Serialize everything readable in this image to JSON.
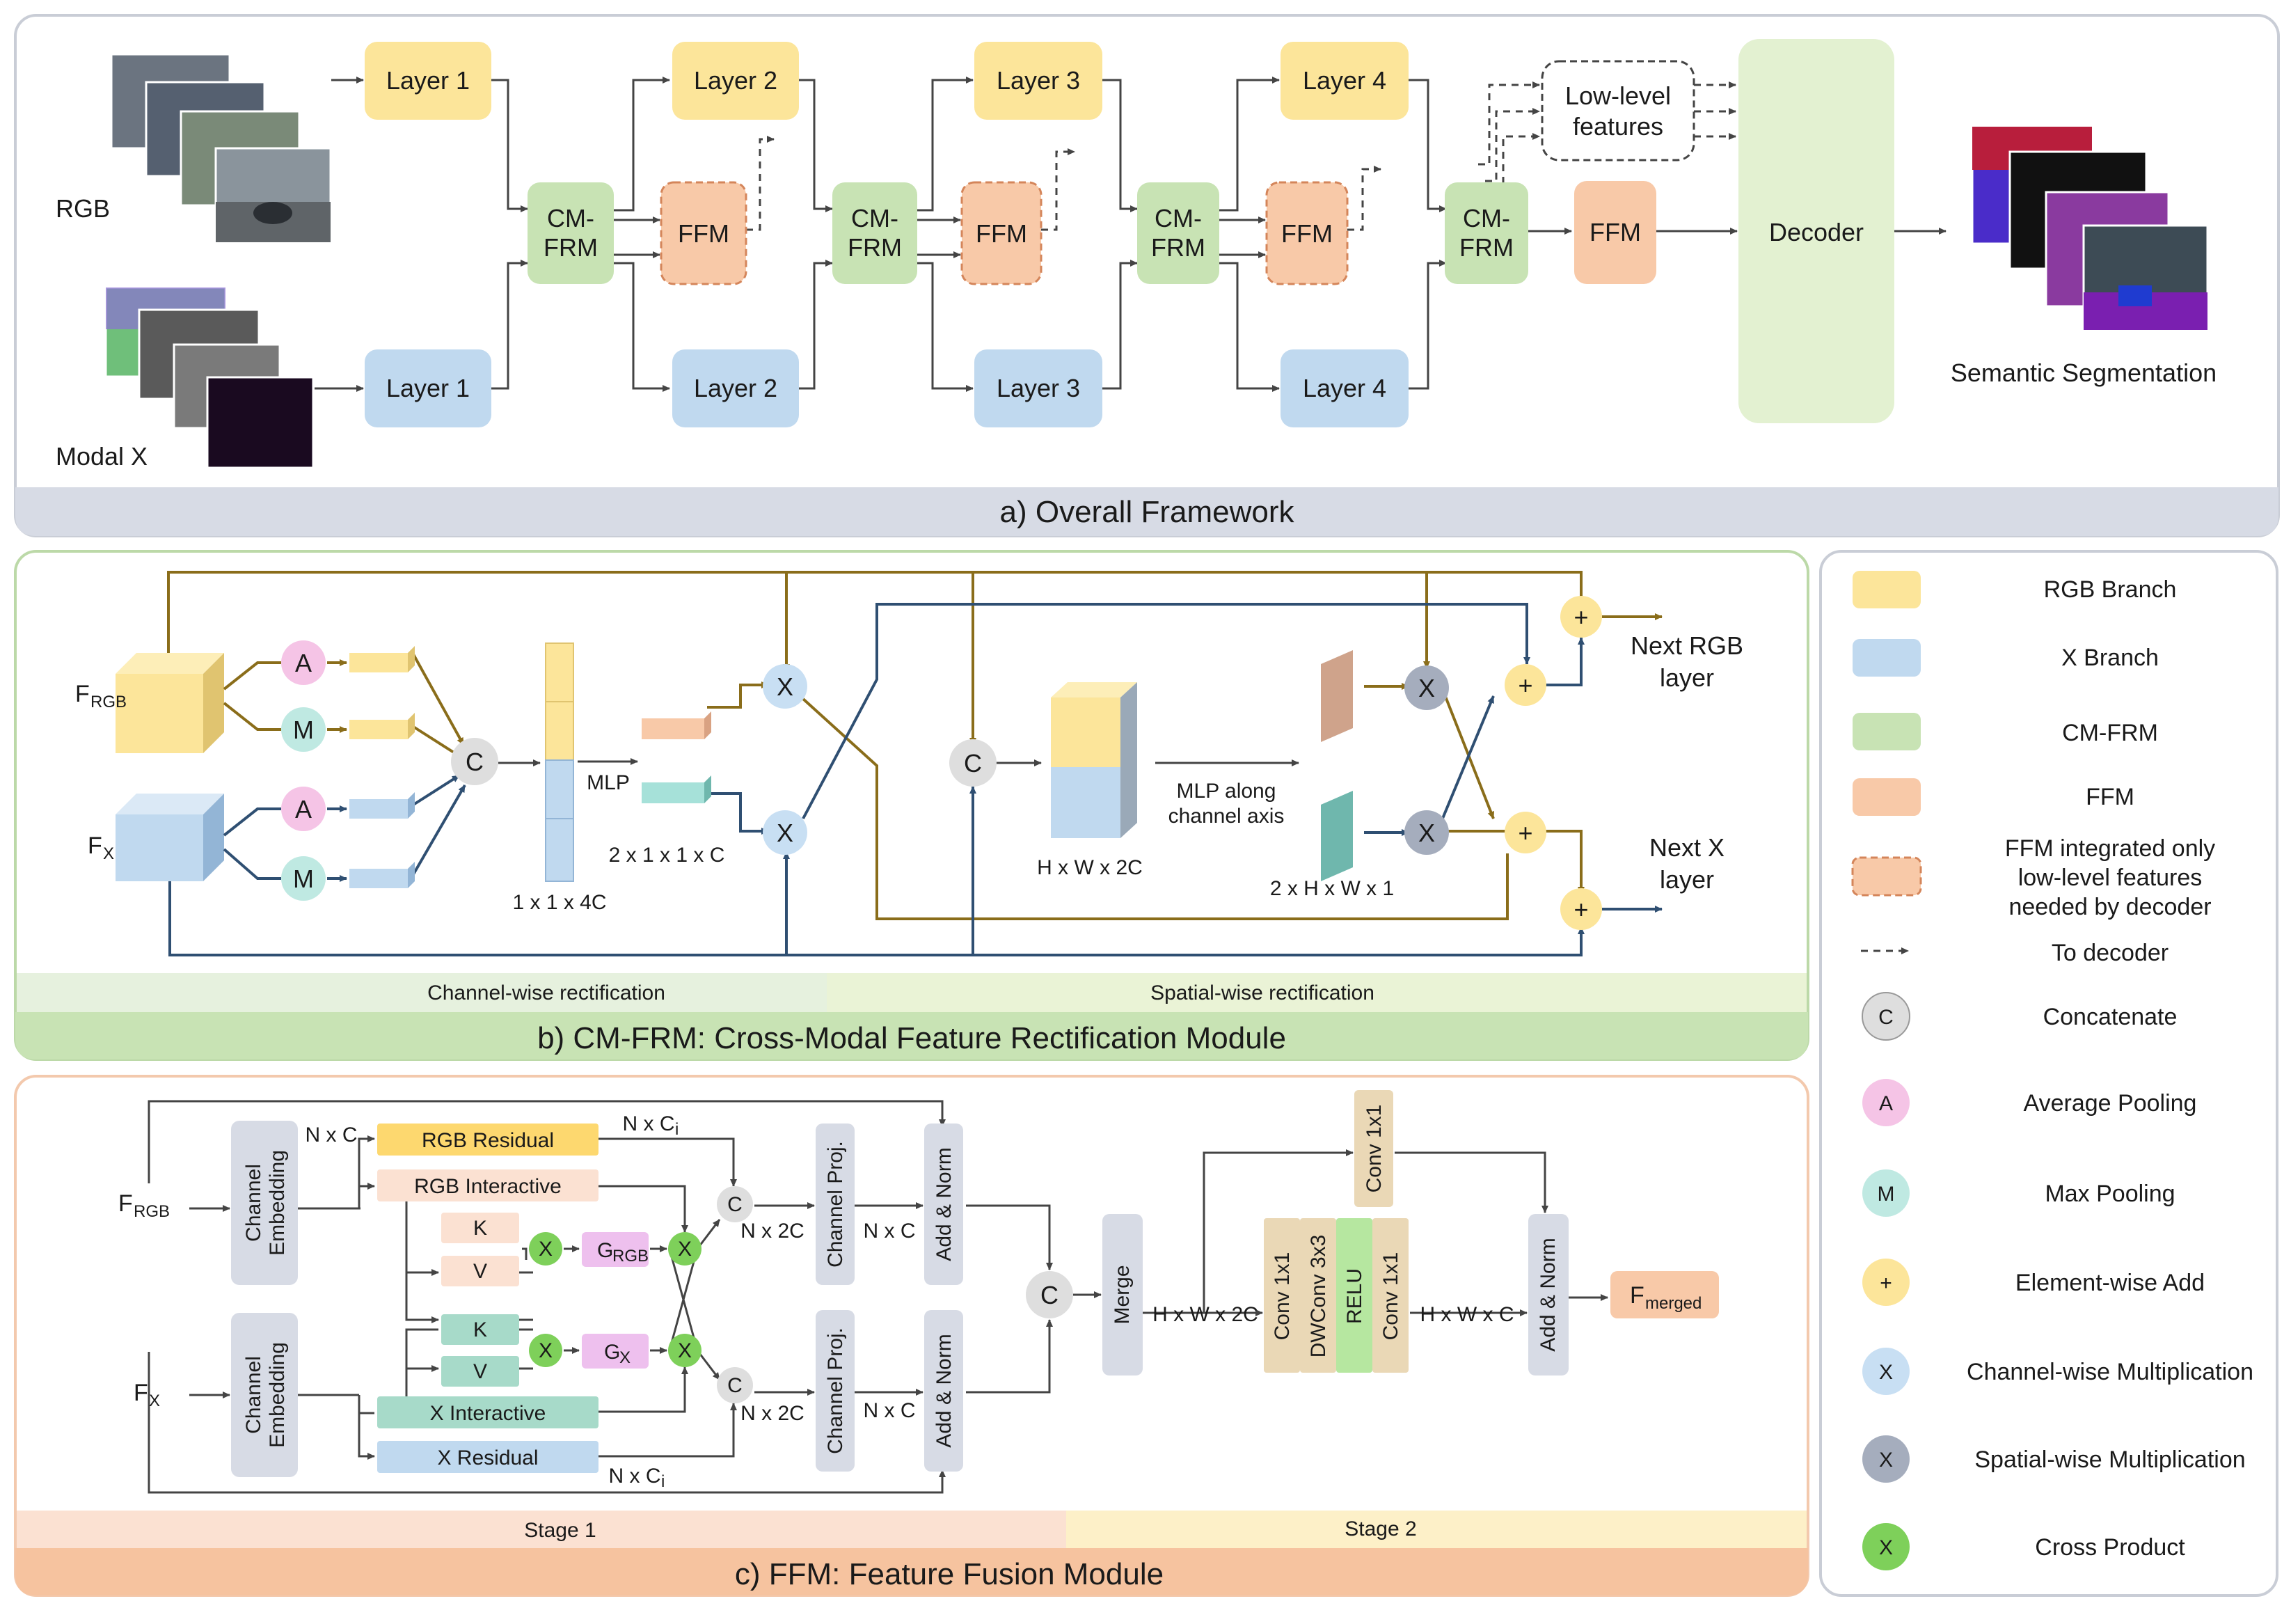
{
  "panel_a": {
    "caption": "a)  Overall Framework",
    "inputs": {
      "rgb": "RGB",
      "modal_x": "Modal X"
    },
    "rgb_layers": [
      "Layer 1",
      "Layer 2",
      "Layer 3",
      "Layer 4"
    ],
    "x_layers": [
      "Layer 1",
      "Layer 2",
      "Layer 3",
      "Layer 4"
    ],
    "cmfrm": [
      "CM-",
      "FRM"
    ],
    "ffm": "FFM",
    "low_level": [
      "Low-level",
      "features"
    ],
    "decoder": "Decoder",
    "output": "Semantic Segmentation"
  },
  "panel_b": {
    "caption": "b)  CM-FRM: Cross-Modal Feature Rectification Module",
    "f_rgb": "F",
    "f_rgb_sub": "RGB",
    "f_x": "F",
    "f_x_sub": "X",
    "avg": "A",
    "max": "M",
    "concat": "C",
    "mul": "X",
    "add": "+",
    "mlp": "MLP",
    "vec_dims": "1 x 1 x 4C",
    "weight_dims": "2 x 1 x 1 x C",
    "spatial_dims": "H x W x 2C",
    "mlp_channel": [
      "MLP along",
      "channel axis"
    ],
    "spatial_weight_dims": "2 x H x W x 1",
    "next_rgb": [
      "Next RGB",
      "layer"
    ],
    "next_x": [
      "Next X",
      "layer"
    ],
    "left_section": "Channel-wise rectification",
    "right_section": "Spatial-wise rectification"
  },
  "panel_c": {
    "caption": "c) FFM: Feature Fusion Module",
    "f_rgb": "F",
    "f_rgb_sub": "RGB",
    "f_x": "F",
    "f_x_sub": "X",
    "channel_embedding": [
      "Channel",
      "Embedding"
    ],
    "nxc": "N x C",
    "nxci": "N x C",
    "ci_sub": "i",
    "nx2ci": "N x 2C",
    "rgb_residual": "RGB Residual",
    "rgb_interactive": "RGB Interactive",
    "x_interactive": "X Interactive",
    "x_residual": "X Residual",
    "k": "K",
    "v": "V",
    "g": "G",
    "g_rgb_sub": "RGB",
    "g_x_sub": "X",
    "channel_proj": "Channel Proj.",
    "add_norm": "Add & Norm",
    "merge": "Merge",
    "hw2c": "H x W x 2C",
    "hwc": "H x W x C",
    "conv_top": "Conv 1x1",
    "conv_stack": [
      "Conv 1x1",
      "DWConv 3x3",
      "RELU",
      "Conv 1x1"
    ],
    "f_merged": "F",
    "f_merged_sub": "merged",
    "stage1": "Stage 1",
    "stage2": "Stage 2"
  },
  "legend": {
    "items": [
      "RGB Branch",
      "X Branch",
      "CM-FRM",
      "FFM",
      "FFM integrated only",
      "low-level features",
      "needed by decoder",
      "To decoder",
      "Concatenate",
      "Average Pooling",
      "Max Pooling",
      "Element-wise Add",
      "Channel-wise Multiplication",
      "Spatial-wise Multiplication",
      "Cross Product"
    ],
    "symbols": [
      "C",
      "A",
      "M",
      "+",
      "X",
      "X",
      "X"
    ]
  },
  "colors": {
    "rgb": "#fce59a",
    "x": "#c0d9ef",
    "cmfrm": "#c8e3b4",
    "ffm": "#f8c9a8",
    "decoder": "#e3f1d1",
    "concat": "#dedede",
    "avg": "#f5c4e6",
    "max": "#bfe9e2",
    "add": "#fce59a",
    "chmul": "#c8dff3",
    "spmul": "#a5adbd",
    "cross": "#7ed05a"
  }
}
